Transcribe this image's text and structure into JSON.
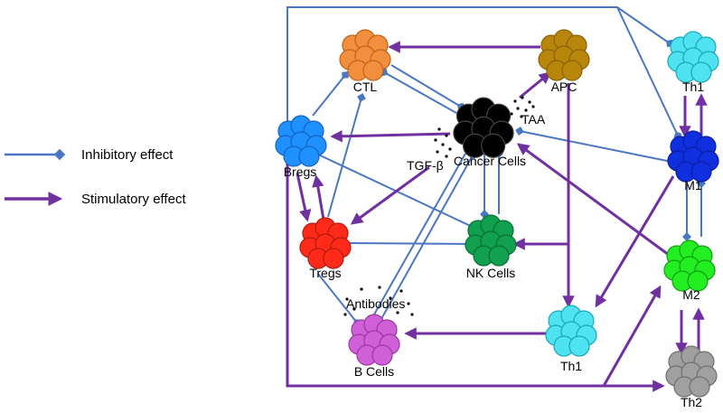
{
  "legend": {
    "inhibitory_label": "Inhibitory effect",
    "stimulatory_label": "Stimulatory effect",
    "inhibitory_color": "#4A76C4",
    "stimulatory_color": "#7030A0"
  },
  "nodes": {
    "ctl": {
      "label": "CTL",
      "color": "#F28F3F",
      "stroke": "#C0631A"
    },
    "apc": {
      "label": "APC",
      "color": "#B8860B",
      "stroke": "#8A6408"
    },
    "th1_top": {
      "label": "Th1",
      "color": "#4FE3F2",
      "stroke": "#1AA8B8"
    },
    "bregs": {
      "label": "Bregs",
      "color": "#1E90FF",
      "stroke": "#1565C0"
    },
    "cancer": {
      "label": "Cancer Cells",
      "color": "#000000",
      "stroke": "#444444"
    },
    "m1": {
      "label": "M1",
      "color": "#1030E0",
      "stroke": "#0A1FA0"
    },
    "tregs": {
      "label": "Tregs",
      "color": "#FF2A1A",
      "stroke": "#B01C10"
    },
    "nk": {
      "label": "NK Cells",
      "color": "#10A050",
      "stroke": "#0A7038"
    },
    "m2": {
      "label": "M2",
      "color": "#22EE22",
      "stroke": "#12A012"
    },
    "bcells": {
      "label": "B Cells",
      "color": "#D060D8",
      "stroke": "#9A3AA0"
    },
    "th1_bottom": {
      "label": "Th1",
      "color": "#4FE3F2",
      "stroke": "#1AA8B8"
    },
    "th2": {
      "label": "Th2",
      "color": "#A0A0A0",
      "stroke": "#707070"
    }
  },
  "molecules": {
    "taa": "TAA",
    "tgfb": "TGF-β",
    "antibodies": "Antibodies"
  }
}
